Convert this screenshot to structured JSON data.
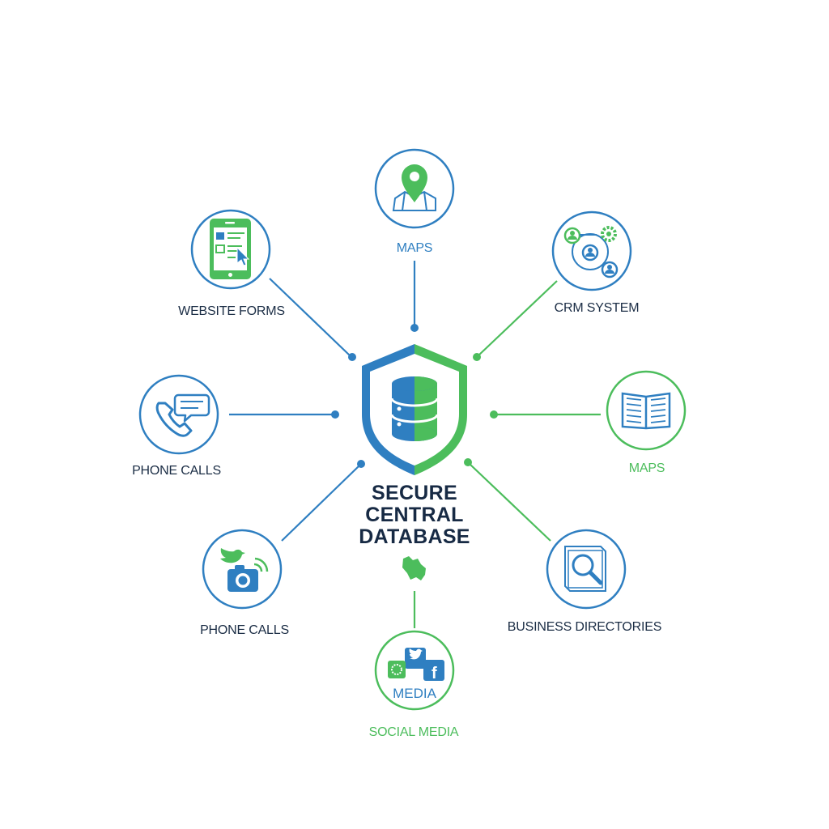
{
  "colors": {
    "blue": "#2f7fc1",
    "green": "#4cbd5c",
    "navy": "#172a44",
    "background": "#ffffff"
  },
  "center": {
    "title_lines": [
      "SECURE",
      "CENTRAL",
      "DATABASE"
    ],
    "icon": "shield-database-icon"
  },
  "nodes": {
    "maps_top": {
      "label": "MAPS",
      "icon": "map-pin-icon"
    },
    "crm_system": {
      "label": "CRM SYSTEM",
      "icon": "crm-network-icon"
    },
    "maps_right": {
      "label": "MAPS",
      "icon": "open-book-icon"
    },
    "business_directories": {
      "label": "BUSINESS DIRECTORIES",
      "icon": "magnifier-document-icon"
    },
    "social_media": {
      "label": "SOCIAL MEDIA",
      "icon": "social-media-icon",
      "icon_text": "MEDIA"
    },
    "phone_calls_lower": {
      "label": "PHONE CALLS",
      "icon": "bird-camera-icon"
    },
    "phone_calls": {
      "label": "PHONE CALLS",
      "icon": "phone-chat-icon"
    },
    "website_forms": {
      "label": "WEBSITE FORMS",
      "icon": "tablet-form-icon"
    }
  }
}
